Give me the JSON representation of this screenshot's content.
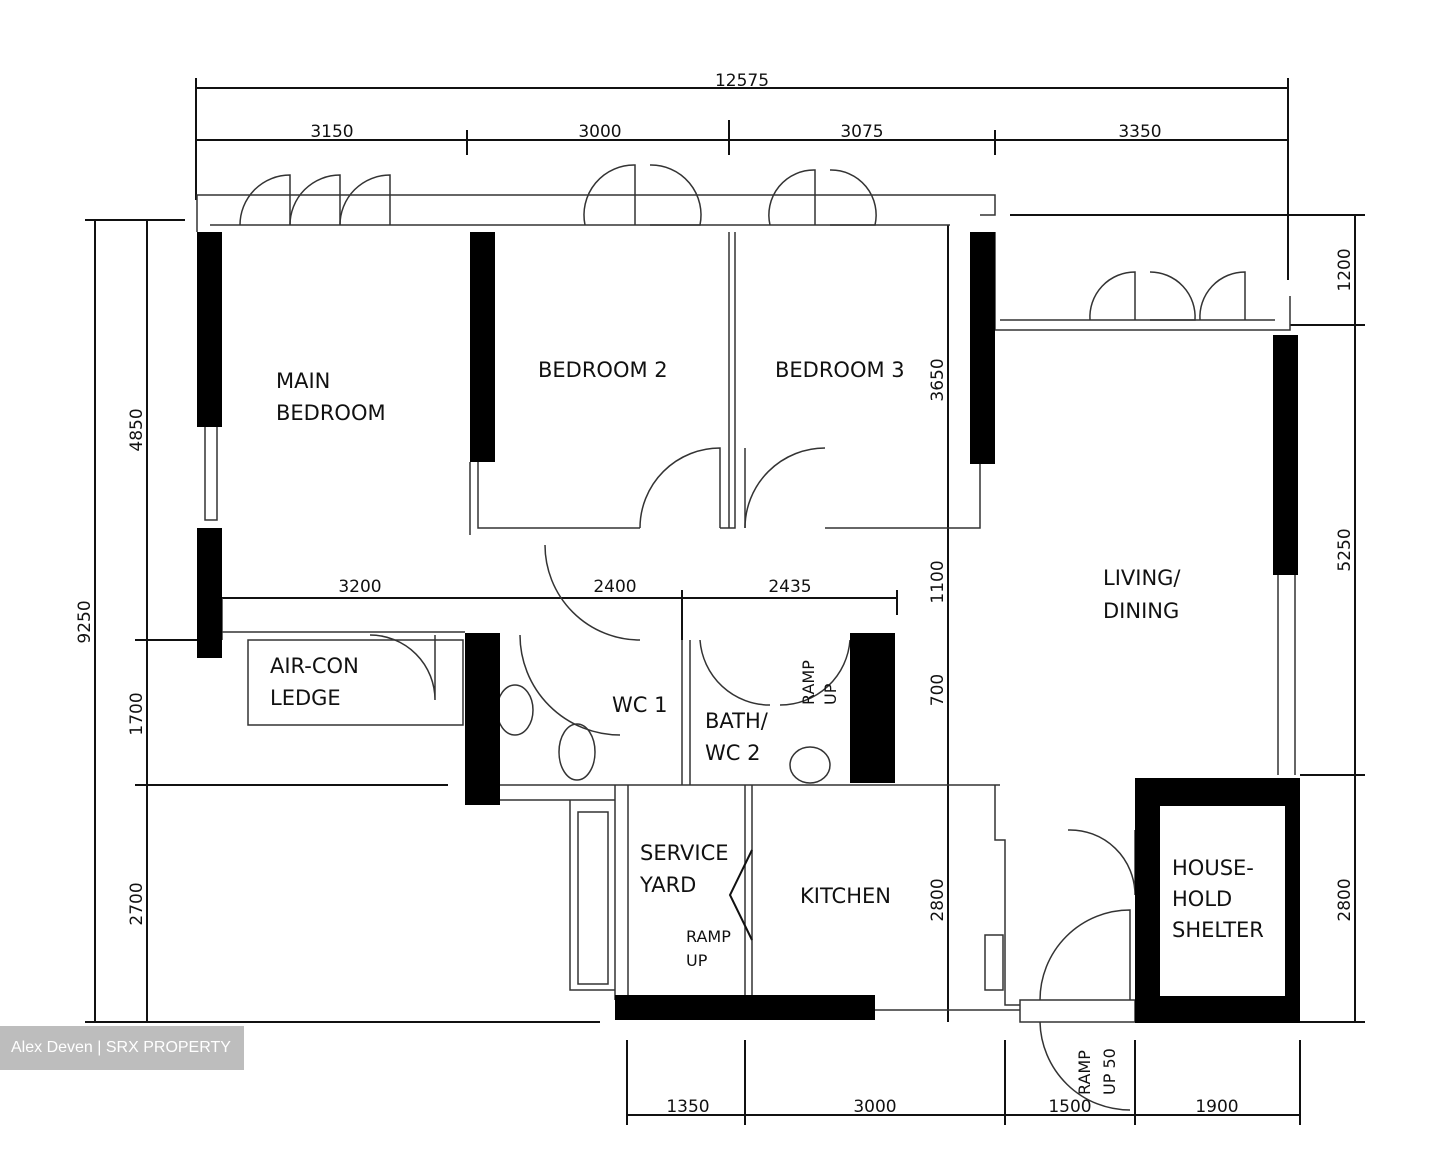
{
  "plan": {
    "overall_width": "12575",
    "top_dims": [
      "3150",
      "3000",
      "3075",
      "3350"
    ],
    "left_overall": "9250",
    "left_dims": [
      "4850",
      "1700",
      "2700"
    ],
    "right_dims": [
      "1200",
      "5250",
      "2800"
    ],
    "bottom_dims": [
      "1350",
      "3000",
      "1500",
      "1900"
    ],
    "interior_dims": {
      "main_bedroom_width": "3200",
      "wc1_width": "2400",
      "bath_width": "2435",
      "bedroom3_depth": "3650",
      "corridor": "1100",
      "bath_depth": "700",
      "kitchen_depth": "2800"
    },
    "rooms": {
      "main_bedroom": [
        "MAIN",
        "BEDROOM"
      ],
      "bedroom2": "BEDROOM  2",
      "bedroom3": "BEDROOM  3",
      "living": [
        "LIVING/",
        "DINING"
      ],
      "aircon": [
        "AIR-CON",
        "LEDGE"
      ],
      "wc1": "WC  1",
      "bath": [
        "BATH/",
        "WC  2"
      ],
      "service": [
        "SERVICE",
        "YARD"
      ],
      "kitchen": "KITCHEN",
      "shelter": [
        "HOUSE-",
        "HOLD",
        "SHELTER"
      ],
      "ramp_sy": [
        "RAMP",
        "UP"
      ],
      "ramp_entry": [
        "RAMP",
        "UP 50"
      ],
      "ramp_wc": [
        "RAMP",
        "UP"
      ]
    }
  },
  "watermark": "Alex Deven | SRX PROPERTY"
}
